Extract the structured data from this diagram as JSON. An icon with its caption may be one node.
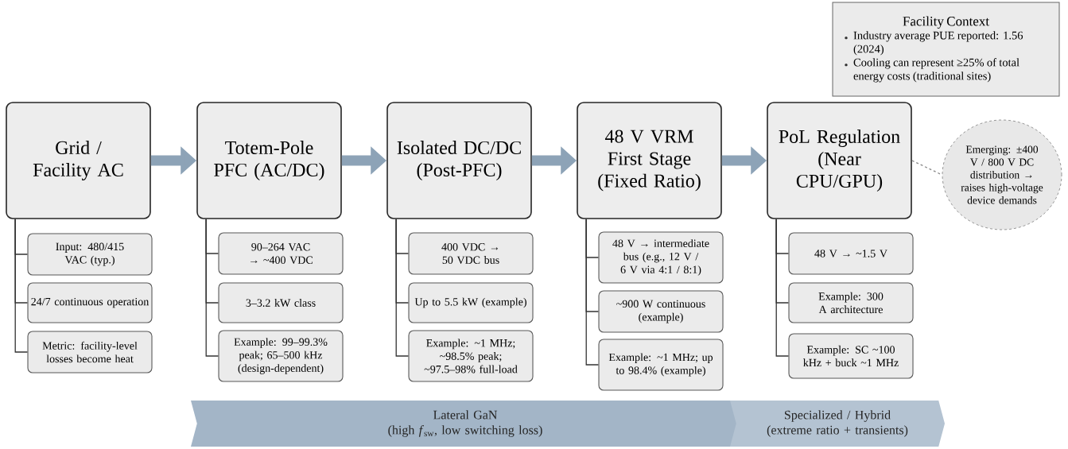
{
  "diagram": {
    "nodes": [
      {
        "text": [
          "Grid / Facility AC"
        ]
      },
      {
        "text": [
          "Input: 480/415 VAC (typ.)"
        ]
      },
      {
        "text": [
          "24/7 continuous operation"
        ]
      },
      {
        "text": [
          "Metric: facility-level losses become heat"
        ]
      },
      {
        "text": [
          "Totem-Pole PFC (AC/DC)"
        ]
      },
      {
        "text": [
          "90–264 VAC → ~400 VDC"
        ]
      },
      {
        "text": [
          "3–3.2 kW class"
        ]
      },
      {
        "text": [
          "Example: 99–99.3% peak; 65–500 kHz (design-dependent)"
        ]
      },
      {
        "text": [
          "Isolated DC/DC (Post-PFC)"
        ]
      },
      {
        "text": [
          "400 VDC → 50 VDC bus"
        ]
      },
      {
        "text": [
          "Up to 5.5 kW (example)"
        ]
      },
      {
        "text": [
          "Example: ~1 MHz; ~98.5% peak; ~97.5–98% full-load"
        ]
      },
      {
        "text": [
          "48 V VRM First Stage (Fixed Ratio)"
        ]
      },
      {
        "text": [
          "48 V → intermediate bus (e.g., 12 V / 6 V via 4:1 / 8:1)"
        ]
      },
      {
        "text": [
          "~900 W continuous (example)"
        ]
      },
      {
        "text": [
          "Example: ~1 MHz; up to 98.4% (example)"
        ]
      },
      {
        "text": [
          "PoL Regulation (Near CPU/GPU)"
        ]
      },
      {
        "text": [
          "48 V → ~1.5 V"
        ]
      },
      {
        "text": [
          "Example: 300 A architecture"
        ]
      },
      {
        "text": [
          "Example: SC ~100 kHz + buck ~1 MHz"
        ]
      },
      {
        "text": [
          "Facility Context",
          "Industry average PUE reported: 1.56 (2024)",
          "Cooling can represent ≥25% of total energy costs (traditional sites)"
        ]
      },
      {
        "text": [
          "Emerging: ±400 V / 800 V DC distribution → raises high-voltage device demands"
        ]
      },
      {
        "text": [
          "Lateral GaN",
          "(high *f*$_{sw}$, low switching loss)"
        ]
      },
      {
        "text": [
          "Specialized / Hybrid",
          "(extreme ratio + transients)"
        ]
      }
    ],
    "edges": [
      {
        "from": 0,
        "to": 4,
        "arrow": "to",
        "style": "thick",
        "color": "#8da3b7"
      },
      {
        "from": 4,
        "to": 8,
        "arrow": "to",
        "style": "thick",
        "color": "#8da3b7"
      },
      {
        "from": 8,
        "to": 12,
        "arrow": "to",
        "style": "thick",
        "color": "#8da3b7"
      },
      {
        "from": 12,
        "to": 16,
        "arrow": "to",
        "style": "thick",
        "color": "#8da3b7"
      },
      {
        "from": 0,
        "to": 1,
        "arrow": "none"
      },
      {
        "from": 0,
        "to": 2,
        "arrow": "none"
      },
      {
        "from": 0,
        "to": 3,
        "arrow": "none"
      },
      {
        "from": 4,
        "to": 5,
        "arrow": "none"
      },
      {
        "from": 4,
        "to": 6,
        "arrow": "none"
      },
      {
        "from": 4,
        "to": 7,
        "arrow": "none"
      },
      {
        "from": 8,
        "to": 9,
        "arrow": "none"
      },
      {
        "from": 8,
        "to": 10,
        "arrow": "none"
      },
      {
        "from": 8,
        "to": 11,
        "arrow": "none"
      },
      {
        "from": 12,
        "to": 13,
        "arrow": "none"
      },
      {
        "from": 12,
        "to": 14,
        "arrow": "none"
      },
      {
        "from": 12,
        "to": 15,
        "arrow": "none"
      },
      {
        "from": 16,
        "to": 17,
        "arrow": "none"
      },
      {
        "from": 16,
        "to": 18,
        "arrow": "none"
      },
      {
        "from": 16,
        "to": 19,
        "arrow": "none"
      },
      {
        "from": 16,
        "to": 21,
        "arrow": "none",
        "style": "dashed",
        "color": "#8a8a8a"
      }
    ]
  }
}
